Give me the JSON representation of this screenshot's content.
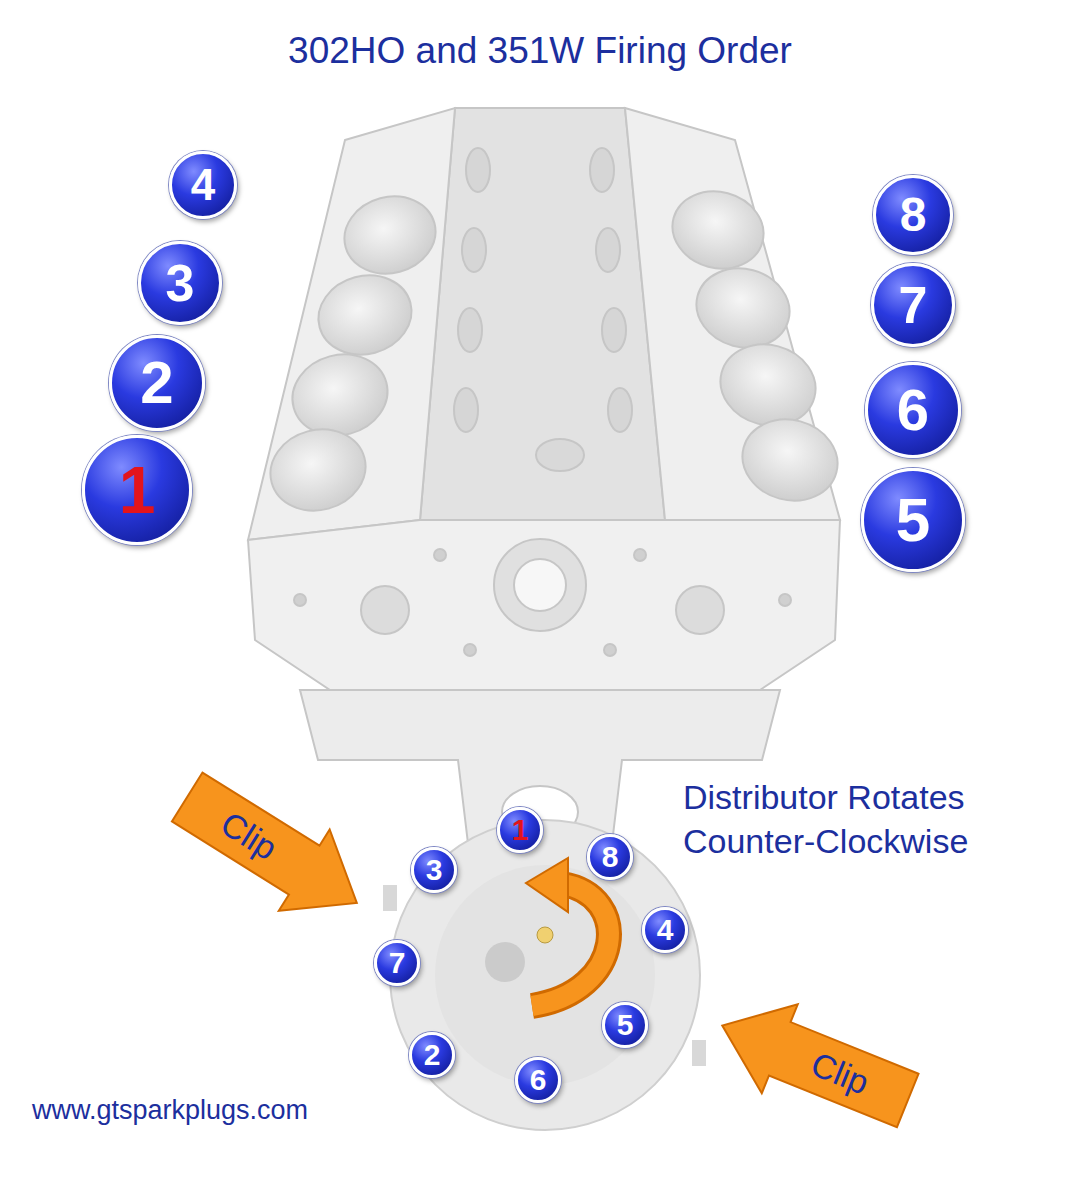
{
  "diagram": {
    "title": "302HO and 351W Firing Order",
    "nodes": [
      {
        "text": [
          "4"
        ]
      },
      {
        "text": [
          "3"
        ]
      },
      {
        "text": [
          "2"
        ]
      },
      {
        "text": [
          "1"
        ]
      },
      {
        "text": [
          "8"
        ]
      },
      {
        "text": [
          "7"
        ]
      },
      {
        "text": [
          "6"
        ]
      },
      {
        "text": [
          "5"
        ]
      },
      {
        "text": [
          "Clip"
        ]
      },
      {
        "text": [
          "1"
        ]
      },
      {
        "text": [
          "8"
        ]
      },
      {
        "text": [
          "4"
        ]
      },
      {
        "text": [
          "5"
        ]
      },
      {
        "text": [
          "6"
        ]
      },
      {
        "text": [
          "2"
        ]
      },
      {
        "text": [
          "7"
        ]
      },
      {
        "text": [
          "3"
        ]
      },
      {
        "text": [
          "Clip"
        ]
      }
    ],
    "labels": [
      "Distributor Rotates Counter-Clockwise",
      "www.gtsparkplugs.com"
    ]
  }
}
